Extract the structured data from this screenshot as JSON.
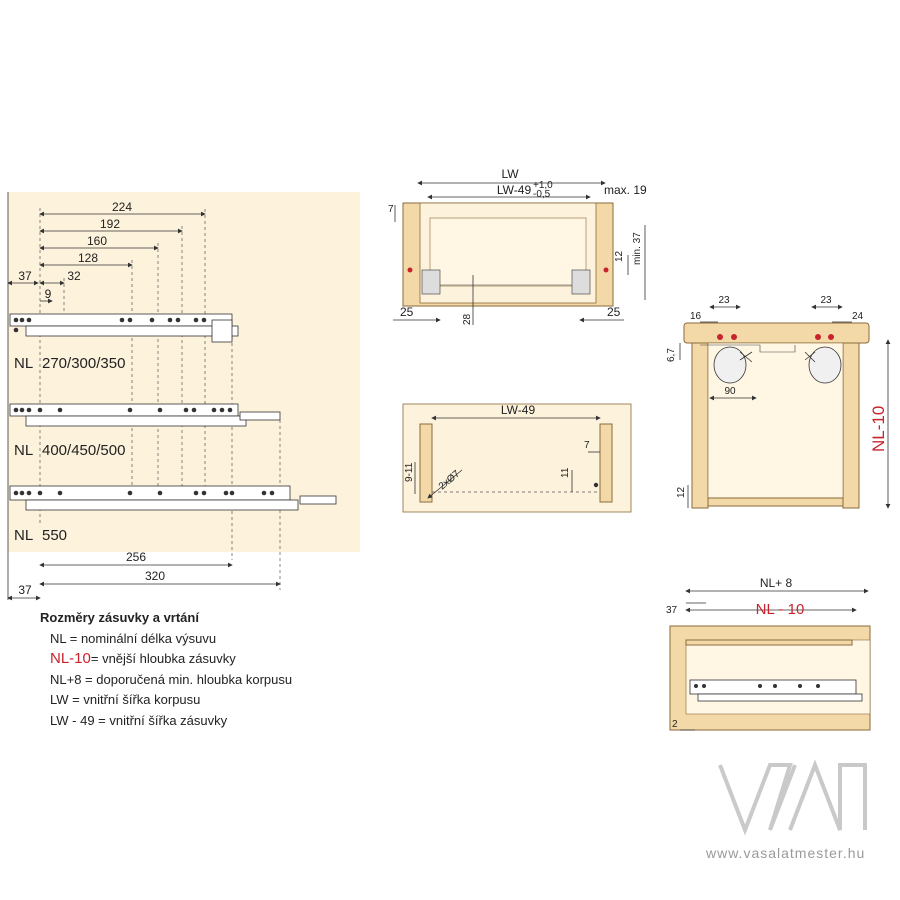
{
  "left_view": {
    "top_dims": [
      "224",
      "192",
      "160",
      "128",
      "32",
      "37",
      "9"
    ],
    "row_labels": [
      "NL",
      "270/300/350",
      "NL",
      "400/450/500",
      "NL",
      "550"
    ],
    "bottom_dims": [
      "256",
      "320",
      "37"
    ]
  },
  "front_view": {
    "dims": [
      "LW",
      "LW-49",
      "+1,0",
      "-0,5",
      "max. 19",
      "7",
      "12",
      "min. 37",
      "25",
      "28",
      "25"
    ]
  },
  "bottom_view": {
    "dims": [
      "LW-49",
      "7",
      "11",
      "9-11",
      "2xØ7"
    ]
  },
  "side_section": {
    "dims": [
      "23",
      "16",
      "23",
      "24",
      "6,7",
      "90",
      "12"
    ],
    "nl_label": "NL-10",
    "nl_color": "#c8232c"
  },
  "side_view": {
    "dims": [
      "NL+ 8",
      "37",
      "2"
    ],
    "nl_label": "NL - 10"
  },
  "legend": {
    "title": "Rozměry zásuvky a vrtání",
    "lines": [
      "NL = nominální délka výsuvu",
      "= vnější hloubka zásuvky",
      "NL+8 = doporučená min. hloubka korpusu",
      "LW = vnitřní šířka korpusu",
      "LW - 49 = vnitřní šířka zásuvky"
    ],
    "red_term": "NL-10"
  },
  "watermark": "www.vasalatmester.hu"
}
